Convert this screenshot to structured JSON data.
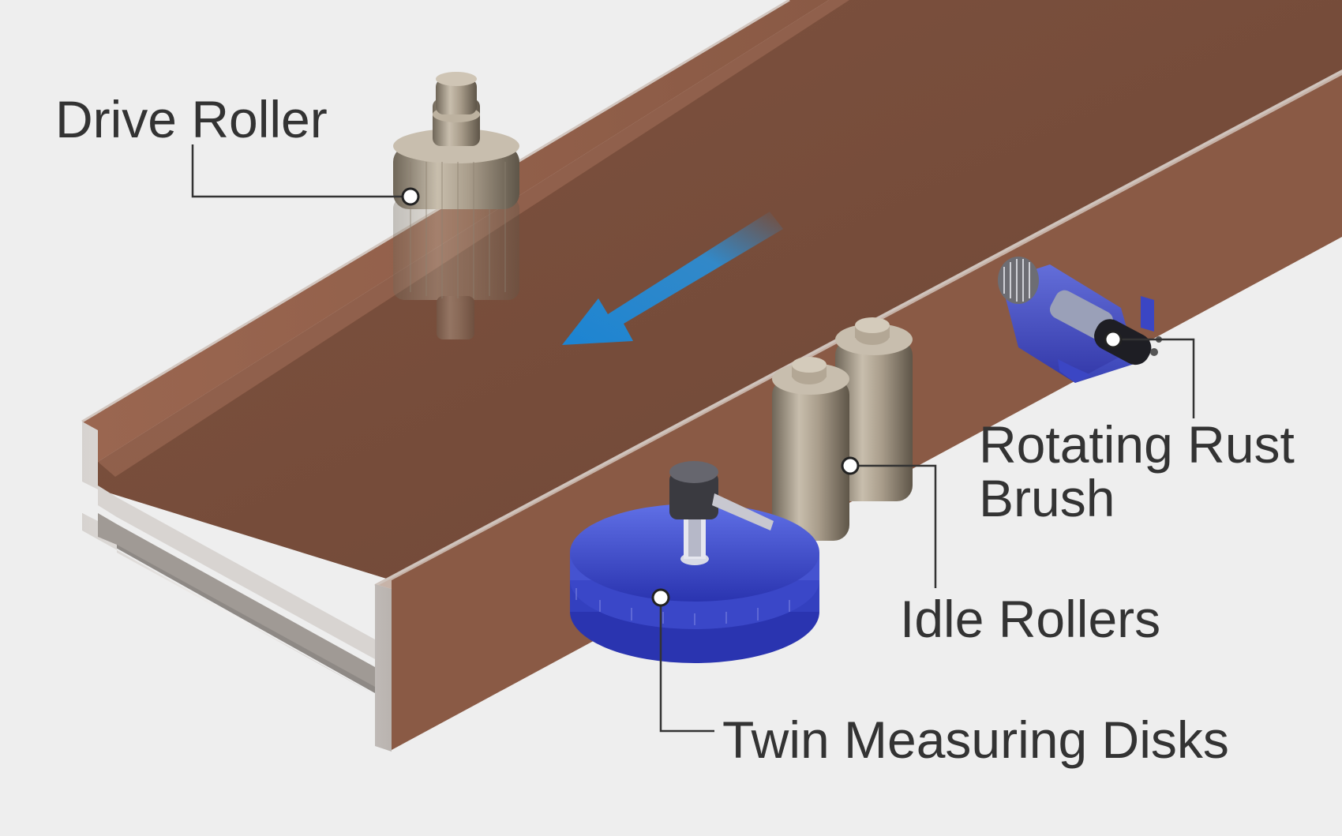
{
  "labels": {
    "drive_roller": "Drive Roller",
    "rotating_rust_brush_line1": "Rotating Rust",
    "rotating_rust_brush_line2": "Brush",
    "idle_rollers": "Idle Rollers",
    "twin_measuring_disks": "Twin Measuring Disks"
  },
  "colors": {
    "background": "#eeeeee",
    "beam": "#8a5a45",
    "beam_edge": "#c9c3c0",
    "blue_parts": "#3f4fd0",
    "arrow": "#2a8fd8",
    "roller_metal": "#a89c8a",
    "leader_line": "#333333"
  },
  "icons": {
    "direction_arrow": "arrow-down-left-icon"
  }
}
